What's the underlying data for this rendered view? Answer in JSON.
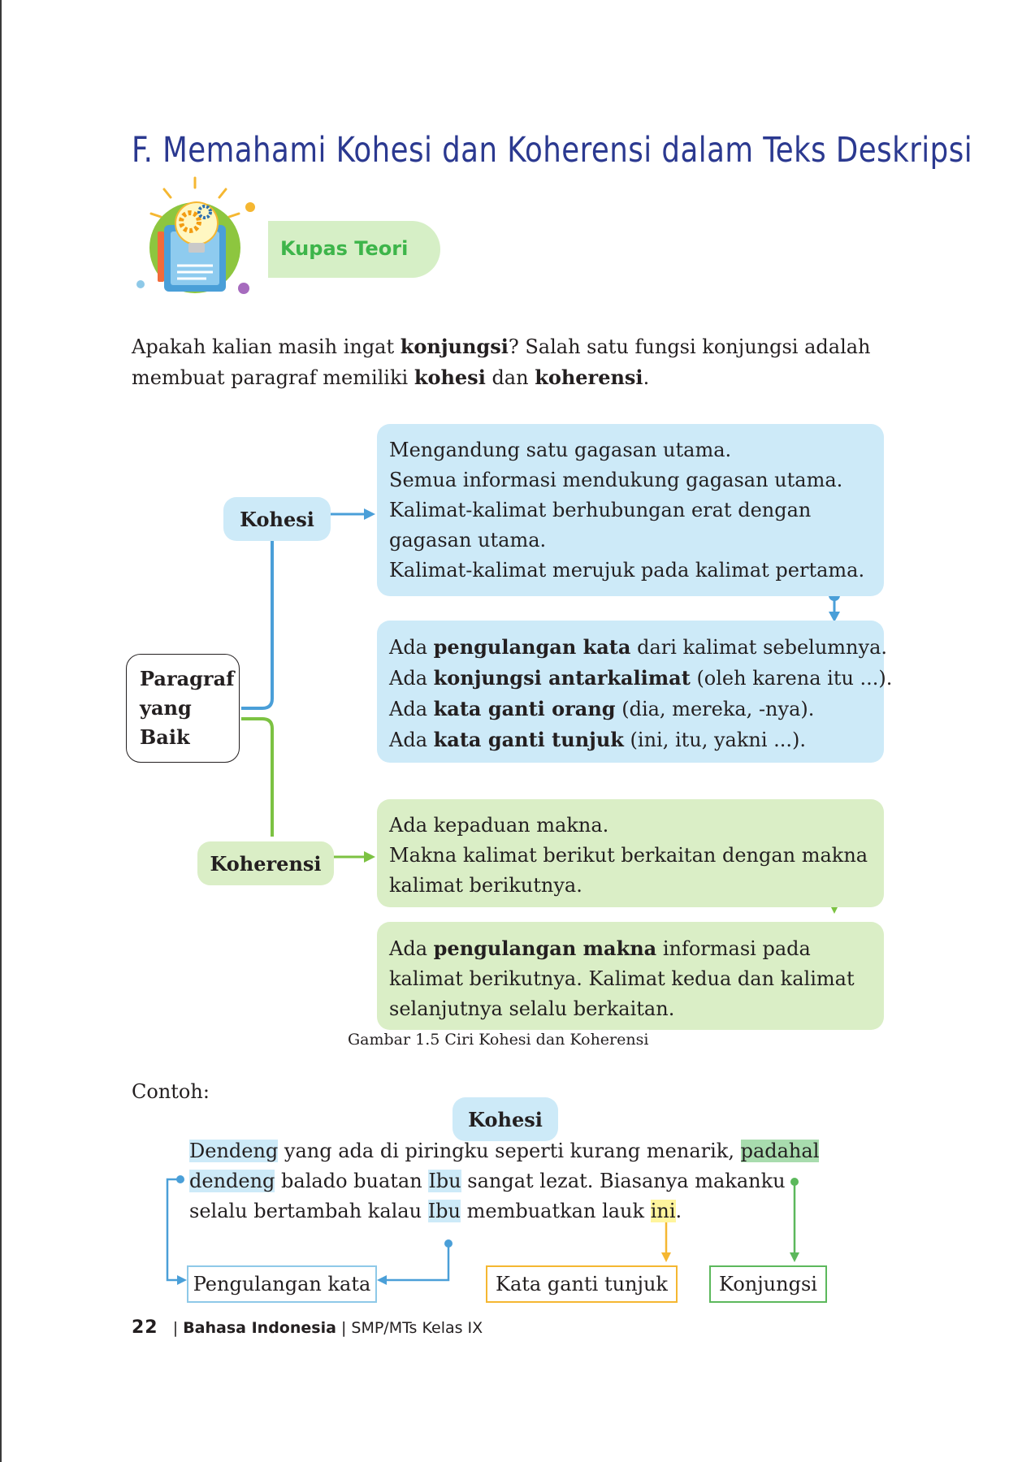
{
  "title": "F. Memahami Kohesi dan Koherensi dalam Teks Deskripsi",
  "section_label": "Kupas Teori",
  "intro": {
    "p1": "Apakah kalian masih ingat ",
    "b1": "konjungsi",
    "p2": "? Salah satu fungsi konjungsi adalah",
    "p3": "membuat paragraf memiliki ",
    "b2": "kohesi",
    "p4": " dan ",
    "b3": "koherensi",
    "p5": "."
  },
  "diagram": {
    "root_lines": [
      "Paragraf",
      "yang",
      "Baik"
    ],
    "kohesi_label": "Kohesi",
    "koherensi_label": "Koherensi",
    "kohesi_box1": [
      "Mengandung satu gagasan utama.",
      "Semua informasi mendukung gagasan utama.",
      "Kalimat-kalimat berhubungan erat dengan",
      "gagasan utama.",
      "Kalimat-kalimat merujuk pada kalimat pertama."
    ],
    "kohesi_box2": [
      {
        "a": "Ada ",
        "b": "pengulangan kata",
        "c": " dari kalimat sebelumnya."
      },
      {
        "a": "Ada ",
        "b": "konjungsi antarkalimat",
        "c": " (oleh karena itu ...)."
      },
      {
        "a": "Ada ",
        "b": "kata ganti orang",
        "c": " (dia, mereka, -nya)."
      },
      {
        "a": "Ada ",
        "b": "kata ganti tunjuk",
        "c": " (ini, itu, yakni ...)."
      }
    ],
    "koherensi_box1": [
      "Ada kepaduan makna.",
      "Makna kalimat berikut berkaitan dengan makna",
      "kalimat berikutnya."
    ],
    "koherensi_box2": {
      "l1a": "Ada ",
      "l1b": "pengulangan makna",
      "l1c": " informasi pada",
      "l2": "kalimat berikutnya. Kalimat kedua dan kalimat",
      "l3": "selanjutnya selalu berkaitan."
    },
    "caption": "Gambar 1.5 Ciri Kohesi dan Koherensi"
  },
  "example": {
    "heading": "Contoh:",
    "badge": "Kohesi",
    "line1": {
      "w1": "Dendeng",
      "t1": " yang ada di piringku  seperti kurang menarik, ",
      "w2": "padahal"
    },
    "line2": {
      "w1": "dendeng",
      "t1": " balado buatan ",
      "w2": "Ibu",
      "t2": " sangat lezat. Biasanya makanku"
    },
    "line3": {
      "t1": "selalu bertambah kalau ",
      "w1": "Ibu",
      "t2": " membuatkan lauk ",
      "w2": "ini",
      "t3": "."
    },
    "labels": {
      "pengulangan": "Pengulangan kata",
      "ganti_tunjuk": "Kata ganti tunjuk",
      "konjungsi": "Konjungsi"
    }
  },
  "footer": {
    "page": "22",
    "sep1": "|",
    "book": "Bahasa Indonesia",
    "sep2": " | ",
    "level": "SMP/MTs Kelas IX"
  },
  "colors": {
    "title": "#2b3990",
    "blue_line": "#4a9fd8",
    "green_line": "#7cc242",
    "blue_box": "#cdeaf8",
    "green_box": "#daeec6",
    "orange": "#f5b731",
    "konjungsi_green": "#5cb85c"
  }
}
